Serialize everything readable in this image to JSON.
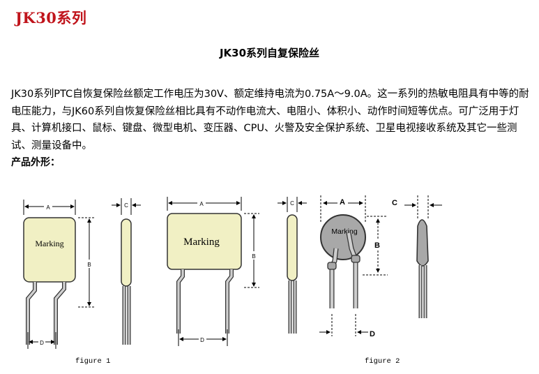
{
  "header": {
    "title": "JK30系列",
    "subtitle": "JK30系列自复保险丝"
  },
  "body": {
    "description": "JK30系列PTC自恢复保险丝额定工作电压为30V、额定维持电流为0.75A～9.0A。这一系列的热敏电阻具有中等的耐电压能力，与JK60系列自恢复保险丝相比具有不动作电流大、电阻小、体积小、动作时间短等优点。可广泛用于灯具、计算机接口、鼠标、键盘、微型电机、变压器、CPU、火警及安全保护系统、卫星电视接收系统及其它一些测试、测量设备中。",
    "shape_heading": "产品外形："
  },
  "figures": {
    "figure1": {
      "caption": "figure 1",
      "small_part_label": "Marking",
      "large_part_label": "Marking",
      "dim_labels": {
        "a": "A",
        "b": "B",
        "c": "C",
        "d": "D"
      }
    },
    "figure2": {
      "caption": "figure 2",
      "part_label": "Marking",
      "dim_labels": {
        "a": "A",
        "b": "B",
        "c": "C",
        "d": "D"
      }
    }
  },
  "colors": {
    "title": "#c0141b",
    "body_fill": "#f1f0c4",
    "disc_fill": "#a8a8a8",
    "lead_fill": "#c8c8c8"
  }
}
